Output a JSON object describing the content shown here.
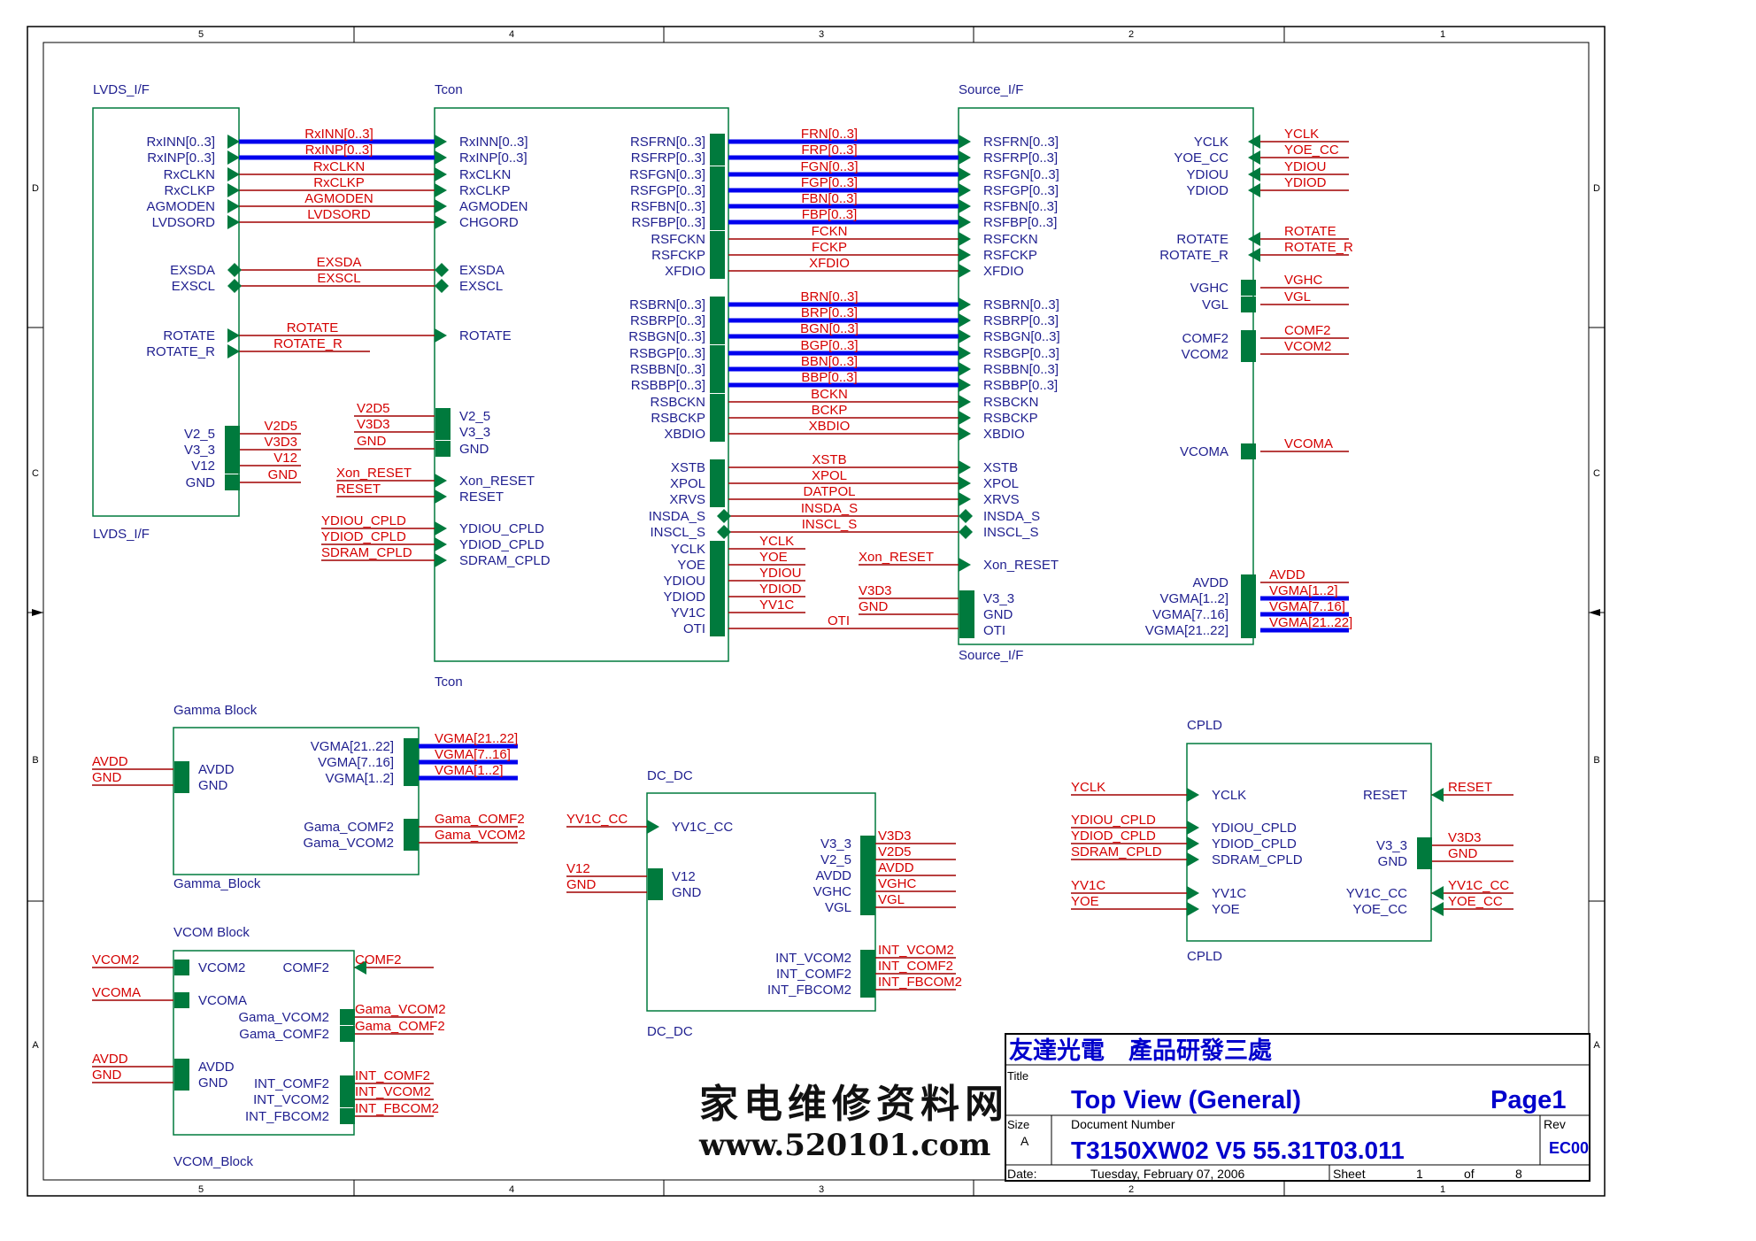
{
  "zones": {
    "columns": [
      "5",
      "4",
      "3",
      "2",
      "1"
    ],
    "rows": [
      "D",
      "C",
      "B",
      "A"
    ]
  },
  "watermark": {
    "chinese": "家电维修资料网",
    "url": "www.520101.com"
  },
  "title_block": {
    "company": "友達光電　產品研發三處",
    "title_label": "Title",
    "title": "Top View (General)",
    "page": "Page1",
    "size_label": "Size",
    "size": "A",
    "docnum_label": "Document Number",
    "docnum": "T3150XW02 V5 55.31T03.011",
    "rev_label": "Rev",
    "rev": "EC00",
    "date_label": "Date:",
    "date": "Tuesday, February 07, 2006",
    "sheet_label": "Sheet",
    "sheet": "1",
    "of_label": "of",
    "sheets": "8"
  },
  "blocks": [
    {
      "id": "lvds",
      "title": "LVDS_I/F",
      "footer": "LVDS_I/F"
    },
    {
      "id": "tcon",
      "title": "Tcon",
      "footer": "Tcon"
    },
    {
      "id": "source",
      "title": "Source_I/F",
      "footer": "Source_I/F"
    },
    {
      "id": "gamma",
      "title": "Gamma Block",
      "footer": "Gamma_Block"
    },
    {
      "id": "dcdc",
      "title": "DC_DC",
      "footer": "DC_DC"
    },
    {
      "id": "vcom",
      "title": "VCOM Block",
      "footer": "VCOM_Block"
    },
    {
      "id": "cpld",
      "title": "CPLD",
      "footer": "CPLD"
    }
  ],
  "pins": {
    "lvds": [
      "RxINN[0..3]",
      "RxINP[0..3]",
      "RxCLKN",
      "RxCLKP",
      "AGMODEN",
      "LVDSORD",
      "EXSDA",
      "EXSCL",
      "ROTATE",
      "ROTATE_R",
      "V2_5",
      "V3_3",
      "V12",
      "GND"
    ],
    "tcon_left": [
      "RxINN[0..3]",
      "RxINP[0..3]",
      "RxCLKN",
      "RxCLKP",
      "AGMODEN",
      "CHGORD",
      "EXSDA",
      "EXSCL",
      "ROTATE",
      "V2_5",
      "V3_3",
      "GND",
      "Xon_RESET",
      "RESET",
      "YDIOU_CPLD",
      "YDIOD_CPLD",
      "SDRAM_CPLD"
    ],
    "tcon_right": [
      "RSFRN[0..3]",
      "RSFRP[0..3]",
      "RSFGN[0..3]",
      "RSFGP[0..3]",
      "RSFBN[0..3]",
      "RSFBP[0..3]",
      "RSFCKN",
      "RSFCKP",
      "XFDIO",
      "RSBRN[0..3]",
      "RSBRP[0..3]",
      "RSBGN[0..3]",
      "RSBGP[0..3]",
      "RSBBN[0..3]",
      "RSBBP[0..3]",
      "RSBCKN",
      "RSBCKP",
      "XBDIO",
      "XSTB",
      "XPOL",
      "XRVS",
      "INSDA_S",
      "INSCL_S",
      "YCLK",
      "YOE",
      "YDIOU",
      "YDIOD",
      "YV1C",
      "OTI"
    ],
    "source_left": [
      "RSFRN[0..3]",
      "RSFRP[0..3]",
      "RSFGN[0..3]",
      "RSFGP[0..3]",
      "RSFBN[0..3]",
      "RSFBP[0..3]",
      "RSFCKN",
      "RSFCKP",
      "XFDIO",
      "RSBRN[0..3]",
      "RSBRP[0..3]",
      "RSBGN[0..3]",
      "RSBGP[0..3]",
      "RSBBN[0..3]",
      "RSBBP[0..3]",
      "RSBCKN",
      "RSBCKP",
      "XBDIO",
      "XSTB",
      "XPOL",
      "XRVS",
      "INSDA_S",
      "INSCL_S",
      "Xon_RESET",
      "V3_3",
      "GND",
      "OTI"
    ],
    "source_right": [
      "YCLK",
      "YOE_CC",
      "YDIOU",
      "YDIOD",
      "ROTATE",
      "ROTATE_R",
      "VGHC",
      "VGL",
      "COMF2",
      "VCOM2",
      "VCOMA",
      "AVDD",
      "VGMA[1..2]",
      "VGMA[7..16]",
      "VGMA[21..22]"
    ],
    "gamma_left": [
      "AVDD",
      "GND"
    ],
    "gamma_right": [
      "VGMA[21..22]",
      "VGMA[7..16]",
      "VGMA[1..2]",
      "Gama_COMF2",
      "Gama_VCOM2"
    ],
    "dcdc_left": [
      "YV1C_CC",
      "V12",
      "GND"
    ],
    "dcdc_right": [
      "V3_3",
      "V2_5",
      "AVDD",
      "VGHC",
      "VGL",
      "INT_VCOM2",
      "INT_COMF2",
      "INT_FBCOM2"
    ],
    "vcom_left": [
      "VCOM2",
      "VCOMA",
      "AVDD",
      "GND"
    ],
    "vcom_right": [
      "COMF2",
      "Gama_VCOM2",
      "Gama_COMF2",
      "INT_COMF2",
      "INT_VCOM2",
      "INT_FBCOM2"
    ],
    "cpld_left": [
      "YCLK",
      "YDIOU_CPLD",
      "YDIOD_CPLD",
      "SDRAM_CPLD",
      "YV1C",
      "YOE"
    ],
    "cpld_right": [
      "RESET",
      "V3_3",
      "GND",
      "YV1C_CC",
      "YOE_CC"
    ]
  },
  "nets": {
    "lvds_tcon": [
      "RxINN[0..3]",
      "RxINP[0..3]",
      "RxCLKN",
      "RxCLKP",
      "AGMODEN",
      "LVDSORD",
      "EXSDA",
      "EXSCL",
      "ROTATE",
      "ROTATE_R"
    ],
    "lvds_power": [
      "V2D5",
      "V3D3",
      "V12",
      "GND"
    ],
    "tcon_power": [
      "V2D5",
      "V3D3",
      "GND"
    ],
    "tcon_reset": [
      "Xon_RESET",
      "RESET"
    ],
    "tcon_cpld": [
      "YDIOU_CPLD",
      "YDIOD_CPLD",
      "SDRAM_CPLD"
    ],
    "tcon_source": [
      "FRN[0..3]",
      "FRP[0..3]",
      "FGN[0..3]",
      "FGP[0..3]",
      "FBN[0..3]",
      "FBP[0..3]",
      "FCKN",
      "FCKP",
      "XFDIO",
      "BRN[0..3]",
      "BRP[0..3]",
      "BGN[0..3]",
      "BGP[0..3]",
      "BBN[0..3]",
      "BBP[0..3]",
      "BCKN",
      "BCKP",
      "XBDIO",
      "XSTB",
      "XPOL",
      "DATPOL",
      "INSDA_S",
      "INSCL_S"
    ],
    "tcon_y": [
      "YCLK",
      "YOE",
      "YDIOU",
      "YDIOD",
      "YV1C"
    ],
    "oti": "OTI",
    "source_reset": "Xon_RESET",
    "source_power": [
      "V3D3",
      "GND"
    ],
    "source_right": [
      "YCLK",
      "YOE_CC",
      "YDIOU",
      "YDIOD",
      "ROTATE",
      "ROTATE_R",
      "VGHC",
      "VGL",
      "COMF2",
      "VCOM2",
      "VCOMA",
      "AVDD",
      "VGMA[1..2]",
      "VGMA[7..16]",
      "VGMA[21..22]"
    ],
    "gamma_left": [
      "AVDD",
      "GND"
    ],
    "gamma_right": [
      "VGMA[21..22]",
      "VGMA[7..16]",
      "VGMA[1..2]",
      "Gama_COMF2",
      "Gama_VCOM2"
    ],
    "dcdc_left": [
      "YV1C_CC",
      "V12",
      "GND"
    ],
    "dcdc_right": [
      "V3D3",
      "V2D5",
      "AVDD",
      "VGHC",
      "VGL",
      "INT_VCOM2",
      "INT_COMF2",
      "INT_FBCOM2"
    ],
    "vcom_left": [
      "VCOM2",
      "VCOMA",
      "AVDD",
      "GND"
    ],
    "vcom_right": [
      "COMF2",
      "Gama_VCOM2",
      "Gama_COMF2",
      "INT_COMF2",
      "INT_VCOM2",
      "INT_FBCOM2"
    ],
    "cpld_left": [
      "YCLK",
      "YDIOU_CPLD",
      "YDIOD_CPLD",
      "SDRAM_CPLD",
      "YV1C",
      "YOE"
    ],
    "cpld_right": [
      "RESET",
      "V3D3",
      "GND",
      "YV1C_CC",
      "YOE_CC"
    ]
  },
  "colors": {
    "pin_text": "#1f1f8f",
    "net_text": "#d40000",
    "wire": "#a00000",
    "bus": "#0000ee",
    "port": "#007a3d",
    "frame": "#000000"
  }
}
